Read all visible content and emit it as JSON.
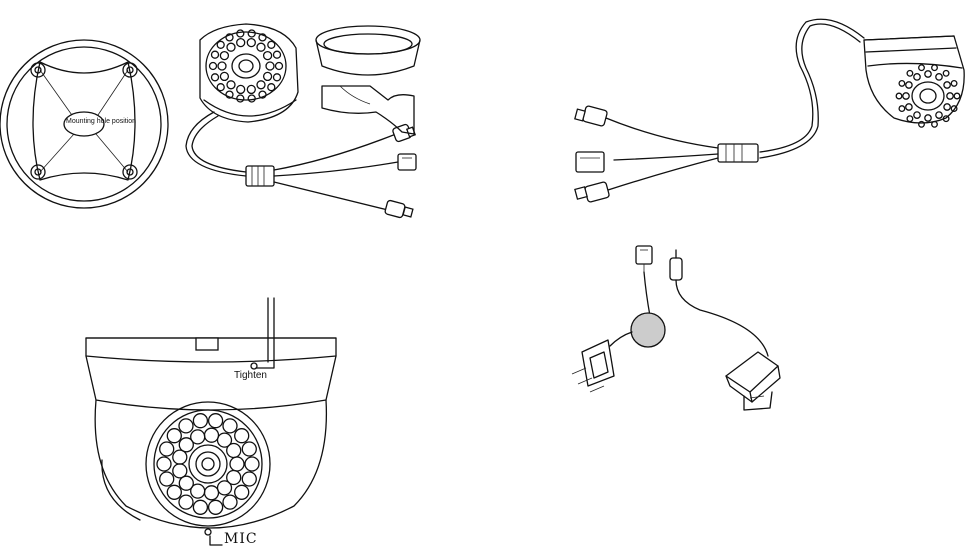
{
  "labels": {
    "mounting_hole_position": "Mounting hole position",
    "tighten": "Tighten",
    "mic": "MIC"
  },
  "colors": {
    "line": "#111111",
    "background": "#ffffff",
    "connector_grey": "#cccccc"
  }
}
